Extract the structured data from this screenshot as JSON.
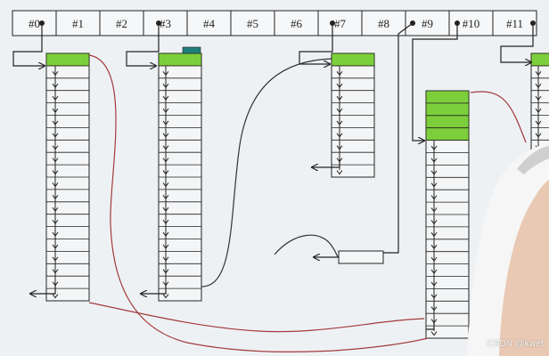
{
  "header_cells": [
    "#0",
    "#1",
    "#2",
    "#3",
    "#4",
    "#5",
    "#6",
    "#7",
    "#8",
    "#9",
    "#10",
    "#11"
  ],
  "watermark": "CSDN @kwet",
  "colors": {
    "background": "#eef1f4",
    "green_block": "#7ccf3a",
    "teal_marker": "#1f7f7a",
    "red_line": "#a23b3b",
    "stroke": "#222222",
    "presenter_skin": "#e9c9b4",
    "presenter_shirt": "#f6f6f6"
  }
}
